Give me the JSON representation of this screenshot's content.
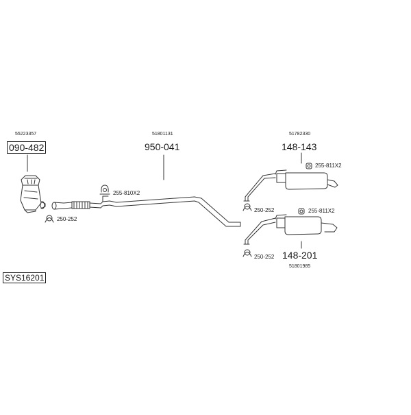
{
  "system_code": "SYS16201",
  "parts": [
    {
      "oem": "55223357",
      "number": "090-482"
    },
    {
      "oem": "51801131",
      "number": "950-041"
    },
    {
      "oem": "51782330",
      "number": "148-143"
    },
    {
      "oem": "51801985",
      "number": "148-201"
    }
  ],
  "accessories": [
    {
      "label": "250-252"
    },
    {
      "label": "255-810X2"
    },
    {
      "label": "250-252"
    },
    {
      "label": "255-811X2"
    },
    {
      "label": "255-811X2"
    },
    {
      "label": "250-252"
    }
  ]
}
